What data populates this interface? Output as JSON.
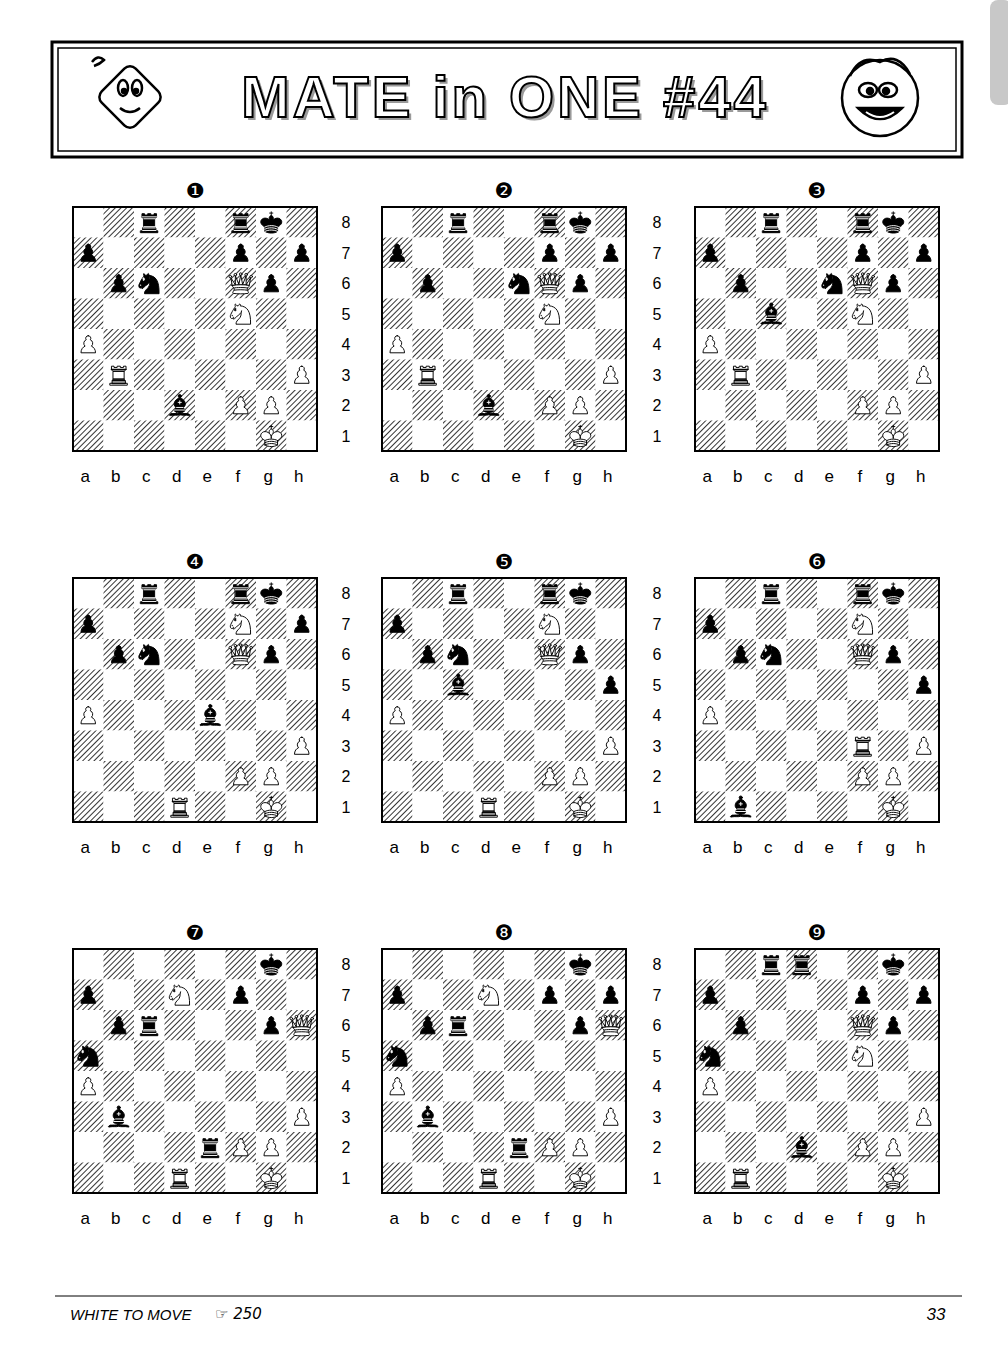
{
  "diagram": {
    "title": "MATE in ONE #44",
    "labels": [
      "❶",
      "❷",
      "❸",
      "❹",
      "❺",
      "❻",
      "❼",
      "❽",
      "❾",
      "8",
      "7",
      "6",
      "5",
      "4",
      "3",
      "2",
      "1",
      "8",
      "7",
      "6",
      "5",
      "4",
      "3",
      "2",
      "1",
      "8",
      "7",
      "6",
      "5",
      "4",
      "3",
      "2",
      "1",
      "8",
      "7",
      "6",
      "5",
      "4",
      "3",
      "2",
      "1",
      "8",
      "7",
      "6",
      "5",
      "4",
      "3",
      "2",
      "1",
      "8",
      "7",
      "6",
      "5",
      "4",
      "3",
      "2",
      "1",
      "a",
      "b",
      "c",
      "d",
      "e",
      "f",
      "g",
      "h",
      "a",
      "b",
      "c",
      "d",
      "e",
      "f",
      "g",
      "h",
      "a",
      "b",
      "c",
      "d",
      "e",
      "f",
      "g",
      "h",
      "a",
      "b",
      "c",
      "d",
      "e",
      "f",
      "g",
      "h",
      "a",
      "b",
      "c",
      "d",
      "e",
      "f",
      "g",
      "h",
      "a",
      "b",
      "c",
      "d",
      "e",
      "f",
      "g",
      "h",
      "a",
      "b",
      "c",
      "d",
      "e",
      "f",
      "g",
      "h",
      "a",
      "b",
      "c",
      "d",
      "e",
      "f",
      "g",
      "h",
      "a",
      "b",
      "c",
      "d",
      "e",
      "f",
      "g",
      "h",
      "WHITE TO MOVE",
      "☞ 250",
      "33"
    ]
  }
}
